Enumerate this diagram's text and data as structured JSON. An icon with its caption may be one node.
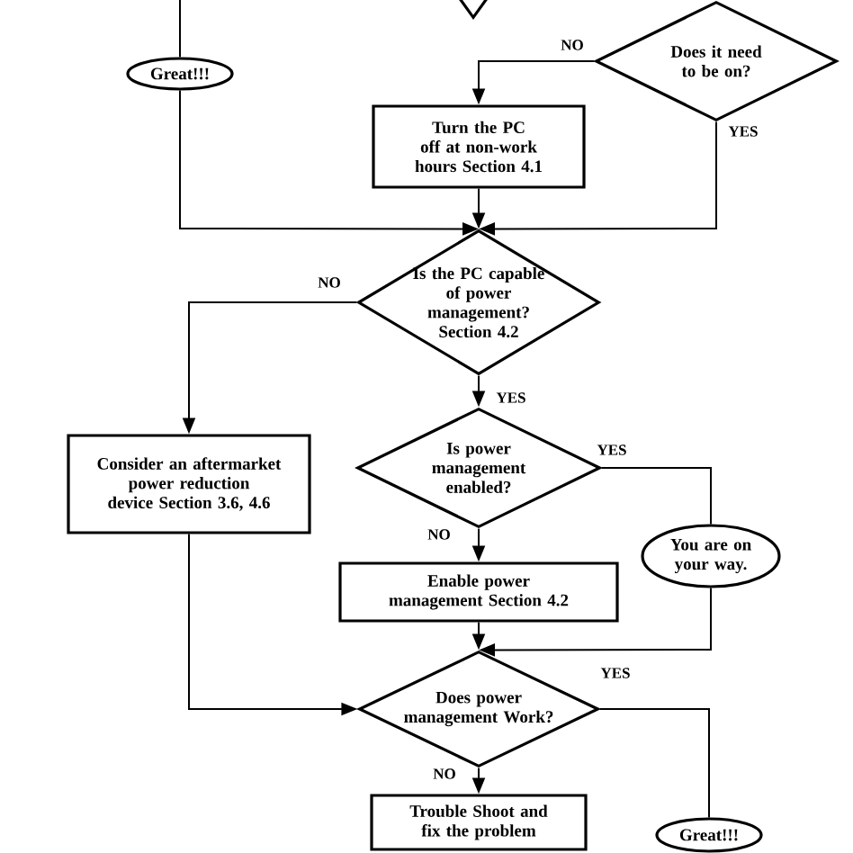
{
  "diagram": {
    "nodes": [
      {
        "text": [],
        "shape": "diamond"
      },
      {
        "text": [
          "Great!!!"
        ]
      },
      {
        "text": [
          "Does it need to be on?"
        ]
      },
      {
        "text": [
          "Turn the PC off at non-work hours Section 4.1"
        ]
      },
      {
        "text": [
          "Is the PC capable of power management? Section 4.2"
        ]
      },
      {
        "text": [
          "Consider an aftermarket power reduction device Section 3.6, 4.6"
        ]
      },
      {
        "text": [
          "Is power management enabled?"
        ]
      },
      {
        "text": [
          "You are on your way."
        ]
      },
      {
        "text": [
          "Enable power management Section 4.2"
        ]
      },
      {
        "text": [
          "Does power management Work?"
        ]
      },
      {
        "text": [
          "Trouble Shoot and fix the problem"
        ]
      },
      {
        "text": [
          "Great!!!"
        ]
      }
    ],
    "edges": [
      {
        "from": null,
        "to": 1,
        "arrow": "none"
      },
      {
        "from": 1,
        "to": 4,
        "arrow": "to"
      },
      {
        "from": 2,
        "to": 3,
        "arrow": "to",
        "label": "NO"
      },
      {
        "from": 2,
        "to": 4,
        "arrow": "to",
        "label": "YES"
      },
      {
        "from": 3,
        "to": 4,
        "arrow": "to"
      },
      {
        "from": 4,
        "to": 5,
        "arrow": "to",
        "label": "NO"
      },
      {
        "from": 4,
        "to": 6,
        "arrow": "to",
        "label": "YES"
      },
      {
        "from": 6,
        "to": 7,
        "arrow": "none",
        "label": "YES"
      },
      {
        "from": 6,
        "to": 8,
        "arrow": "to",
        "label": "NO"
      },
      {
        "from": 8,
        "to": 9,
        "arrow": "to"
      },
      {
        "from": 7,
        "to": 9,
        "arrow": "to"
      },
      {
        "from": 5,
        "to": 9,
        "arrow": "to"
      },
      {
        "from": 9,
        "to": 11,
        "arrow": "none",
        "label": "YES"
      },
      {
        "from": 9,
        "to": 10,
        "arrow": "to",
        "label": "NO"
      }
    ]
  }
}
